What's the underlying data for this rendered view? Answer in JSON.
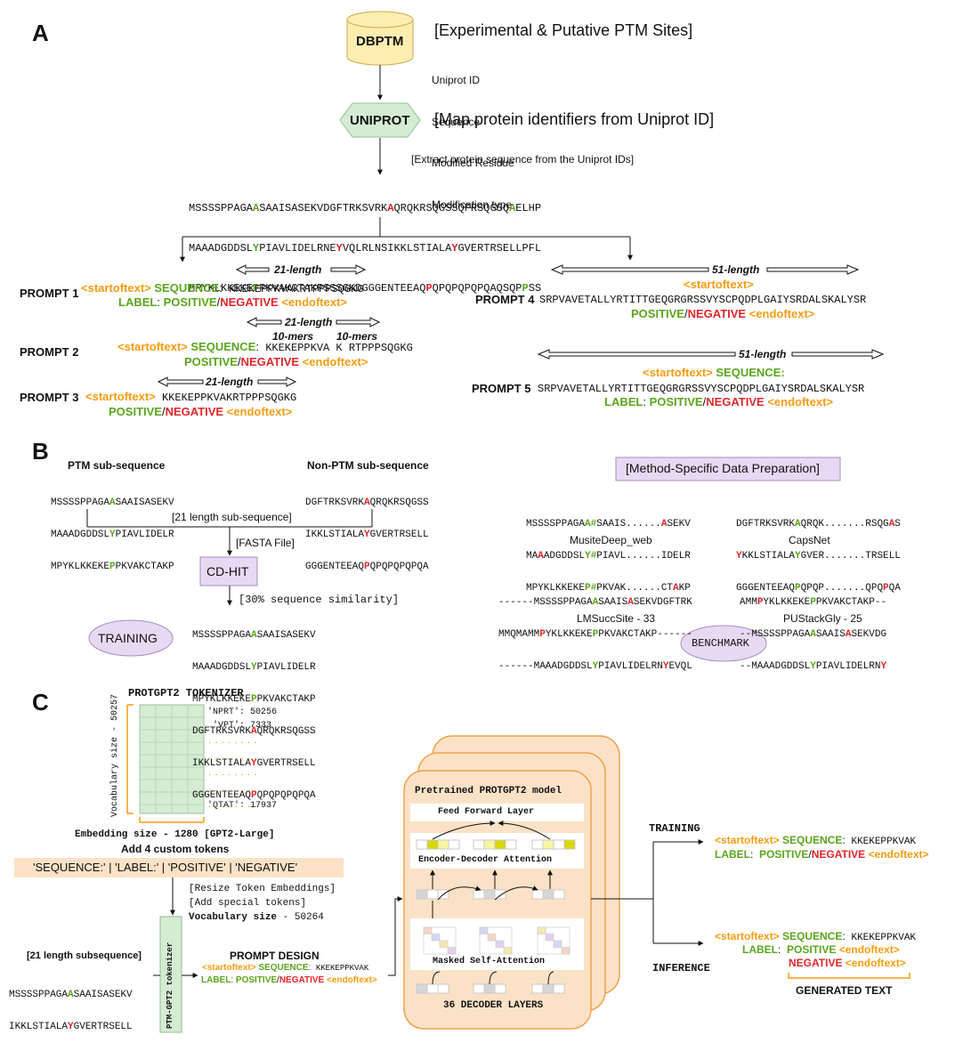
{
  "panels": {
    "a": "A",
    "b": "B",
    "c": "C"
  },
  "colors": {
    "orange": "#f39c12",
    "green": "#5aa51d",
    "red": "#e0262a",
    "lavender": "#e8d9f2",
    "peach": "#fbe2c7",
    "mint": "#d5ecd4",
    "cream": "#fdeeb0"
  },
  "a": {
    "dbptm": "DBPTM",
    "dbptm_title": "[Experimental & Putative PTM Sites]",
    "fields": [
      "Uniprot ID",
      "Sequence",
      "Modified Residue",
      "Modification type"
    ],
    "uniprot": "UNIPROT",
    "uniprot_title": "[Map protein identifiers from Uniprot ID]",
    "extract": "[Extract protein sequence from the Uniprot IDs]",
    "seq1": [
      "MSSSSPPAGA",
      "A",
      "SAAISASEKVDGFTRKSVRK",
      "A",
      "QRQKRSQGSSQFRSQGSQ",
      "A",
      "ELHP"
    ],
    "seq2": [
      "MAAADGDDSL",
      "Y",
      "PIAVLIDELRNE",
      "Y",
      "VQLRLNSIKKLSTIALA",
      "Y",
      "GVERTRSELLPFL"
    ],
    "seq3": [
      "MPYKLKKEKE",
      "P",
      "PKVAKCTAKPSSSGKDGGGENTEEAQ",
      "P",
      "QPQPQPQPQAQSQP",
      "P",
      "SS"
    ],
    "len21": "21-length",
    "len51": "51-length",
    "mers": "10-mers",
    "start": "<startoftext>",
    "end": "<endoftext>",
    "sequence": "SEQUENCE",
    "sequence_colon": "SEQUENCE:",
    "label": "LABEL",
    "positive": "POSITIVE",
    "slash": "/",
    "negative": "NEGATIVE",
    "colon": ":",
    "p1": {
      "name": "PROMPT 1",
      "seq": "KKEKEPPKVAKRTPPPSQGKG"
    },
    "p2": {
      "name": "PROMPT 2",
      "seq": "KKEKEPPKVA K RTPPPSQGKG"
    },
    "p3": {
      "name": "PROMPT 3",
      "seq": "KKEKEPPKVAKRTPPPSQGKG"
    },
    "p4": {
      "name": "PROMPT 4",
      "seq": "SRPVAVETALLYRTITTGEQGRGRSSVYSCPQDPLGAIYSRDALSKALYSR"
    },
    "p5": {
      "name": "PROMPT 5",
      "seq": "SRPVAVETALLYRTITTGEQGRGRSSVYSCPQDPLGAIYSRDALSKALYSR"
    }
  },
  "b": {
    "ptm_title": "PTM sub-sequence",
    "nonptm_title": "Non-PTM sub-sequence",
    "ptm": [
      [
        "MSSSSPPAGA",
        "A",
        "SAAISASEKV"
      ],
      [
        "MAAADGDDSL",
        "Y",
        "PIAVLIDELR"
      ],
      [
        "MPYKLKKEKE",
        "P",
        "PKVAKCTAKP"
      ]
    ],
    "nonptm": [
      [
        "DGFTRKSVRK",
        "A",
        "QRQKRSQGSS"
      ],
      [
        "IKKLSTIALA",
        "Y",
        "GVERTRSELL"
      ],
      [
        "GGGENTEEAQ",
        "P",
        "QPQPQPQPQA"
      ]
    ],
    "sub21": "[21 length sub-sequence]",
    "fasta": "[FASTA File]",
    "cdhit": "CD-HIT",
    "similarity": "[30% sequence similarity]",
    "training": "TRAINING",
    "training_seqs": [
      [
        "MSSSSPPAGA",
        "A",
        "SAAISASEKV"
      ],
      [
        "MAAADGDDSL",
        "Y",
        "PIAVLIDELR"
      ],
      [
        "MPYKLKKEKE",
        "P",
        "PKVAKCTAKP"
      ],
      [
        "DGFTRKSVRK",
        "A",
        "QRQKRSQGSS"
      ],
      [
        "IKKLSTIALA",
        "Y",
        "GVERTRSELL"
      ],
      [
        "GGGENTEEAQ",
        "P",
        "QPQPQPQPQA"
      ]
    ],
    "method_title": "[Method-Specific Data Preparation]",
    "musite": "MusiteDeep_web",
    "capsnet": "CapsNet",
    "lmsucc": "LMSuccSite - 33",
    "pustack": "PUStackGly - 25",
    "benchmark": "BENCHMARK",
    "musite_seqs": [
      [
        "MSSSSPPAGA",
        "A#",
        "SAAIS......",
        "A",
        "SEKV"
      ],
      [
        "MA",
        "A",
        "ADGDDSL",
        "Y#",
        "PIAVL......IDELR"
      ],
      [
        "MPYKLKKEKE",
        "P#",
        "PKVAK......CT",
        "A",
        "KP"
      ]
    ],
    "capsnet_seqs": [
      [
        "DGFTRKSVRK",
        "A",
        "QRQK.......RSQG",
        "A",
        "S"
      ],
      [
        "",
        "Y",
        "KKLSTIALA",
        "Y",
        "GVER.......TRSELL"
      ],
      [
        "GGGENTEEAQ",
        "P",
        "QPQP.......QPQ",
        "P",
        "QA"
      ]
    ],
    "lmsucc_seqs": [
      [
        "------MSSSSPPAGA",
        "A",
        "SAAIS",
        "A",
        "SEKVDGFTRK"
      ],
      [
        "MMQMAMM",
        "P",
        "YKLKKEKE",
        "P",
        "PKVAKCTAKP------"
      ],
      [
        "------MAAADGDDSL",
        "Y",
        "PIAVLIDELRN",
        "Y",
        "EVQL"
      ]
    ],
    "pustack_seqs": [
      [
        "AMM",
        "P",
        "YKLKKEKE",
        "P",
        "PKVAKCTAKP--"
      ],
      [
        "--MSSSSPPAGA",
        "A",
        "SAAIS",
        "A",
        "SEKVDG"
      ],
      [
        "--MAAADGDDSL",
        "Y",
        "PIAVLIDELRN",
        "Y",
        ""
      ]
    ]
  },
  "c": {
    "tokenizer_title": "PROTGPT2 TOKENIZER",
    "vocab_label": "Vocabulary size - 50257",
    "tokens": [
      "'NPRT': 50256",
      "'VPT': 7333",
      "'QTAT': 17937"
    ],
    "embedding": "Embedding size - 1280 [GPT2-Large]",
    "add_tokens": "Add 4 custom tokens",
    "custom_tokens": "'SEQUENCE:' | 'LABEL:' | 'POSITIVE' | 'NEGATIVE'",
    "resize": "[Resize Token Embeddings]",
    "special": "[Add special tokens]",
    "vocab2": "Vocabulary size",
    "vocab2_value": "- 50264",
    "ptm_tokenizer": "PTM-GPT2 tokenizer",
    "sub_title": "[21 length subsequence]",
    "sub_seqs": [
      [
        "MSSSSPPAGA",
        "A",
        "SAAISASEKV"
      ],
      [
        "IKKLSTIALA",
        "Y",
        "GVERTRSELL"
      ]
    ],
    "prompt_design": "PROMPT DESIGN",
    "prompt_seq": "KKEKEPPKVAK",
    "model_title": "Pretrained PROTGPT2 model",
    "ffl": "Feed Forward Layer",
    "eda": "Encoder-Decoder Attention",
    "msa": "Masked Self-Attention",
    "decoders": "36 DECODER LAYERS",
    "training": "TRAINING",
    "inference": "INFERENCE",
    "out_seq": "KKEKEPPKVAK",
    "generated": "GENERATED TEXT"
  }
}
